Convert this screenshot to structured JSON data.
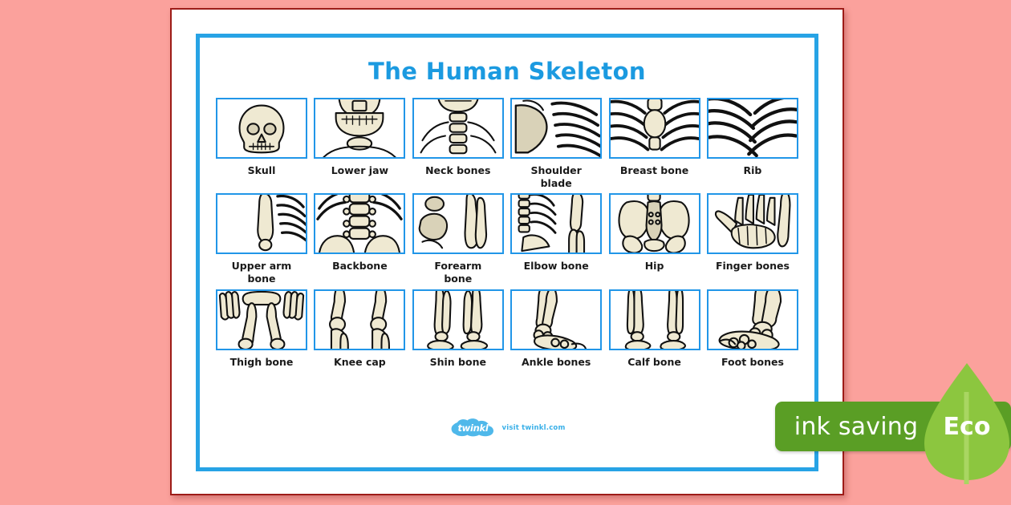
{
  "poster": {
    "title": "The Human Skeleton",
    "frame_color": "#27a3e5",
    "title_color": "#1b9ae0",
    "background_color": "#fba19c",
    "paper_color": "#ffffff",
    "bone_color": "#efe9d2"
  },
  "rows": [
    {
      "cells": [
        {
          "label": "Skull",
          "icon": "skull-icon"
        },
        {
          "label": "Lower jaw",
          "icon": "lower-jaw-icon"
        },
        {
          "label": "Neck bones",
          "icon": "neck-bones-icon"
        },
        {
          "label": "Shoulder\nblade",
          "icon": "shoulder-blade-icon"
        },
        {
          "label": "Breast bone",
          "icon": "breast-bone-icon"
        },
        {
          "label": "Rib",
          "icon": "rib-icon"
        }
      ]
    },
    {
      "cells": [
        {
          "label": "Upper arm\nbone",
          "icon": "upper-arm-bone-icon"
        },
        {
          "label": "Backbone",
          "icon": "backbone-icon"
        },
        {
          "label": "Forearm\nbone",
          "icon": "forearm-bone-icon"
        },
        {
          "label": "Elbow bone",
          "icon": "elbow-bone-icon"
        },
        {
          "label": "Hip",
          "icon": "hip-icon"
        },
        {
          "label": "Finger bones",
          "icon": "finger-bones-icon"
        }
      ]
    },
    {
      "cells": [
        {
          "label": "Thigh bone",
          "icon": "thigh-bone-icon"
        },
        {
          "label": "Knee cap",
          "icon": "knee-cap-icon"
        },
        {
          "label": "Shin bone",
          "icon": "shin-bone-icon"
        },
        {
          "label": "Ankle bones",
          "icon": "ankle-bones-icon"
        },
        {
          "label": "Calf bone",
          "icon": "calf-bone-icon"
        },
        {
          "label": "Foot bones",
          "icon": "foot-bones-icon"
        }
      ]
    }
  ],
  "logo": {
    "word": "twinkl",
    "visit": "visit twinkl.com",
    "color": "#3ab0e8"
  },
  "eco_badge": {
    "bar_label": "ink saving",
    "leaf_label": "Eco",
    "bar_color": "#5a9e25",
    "leaf_color": "#8cc63f"
  }
}
